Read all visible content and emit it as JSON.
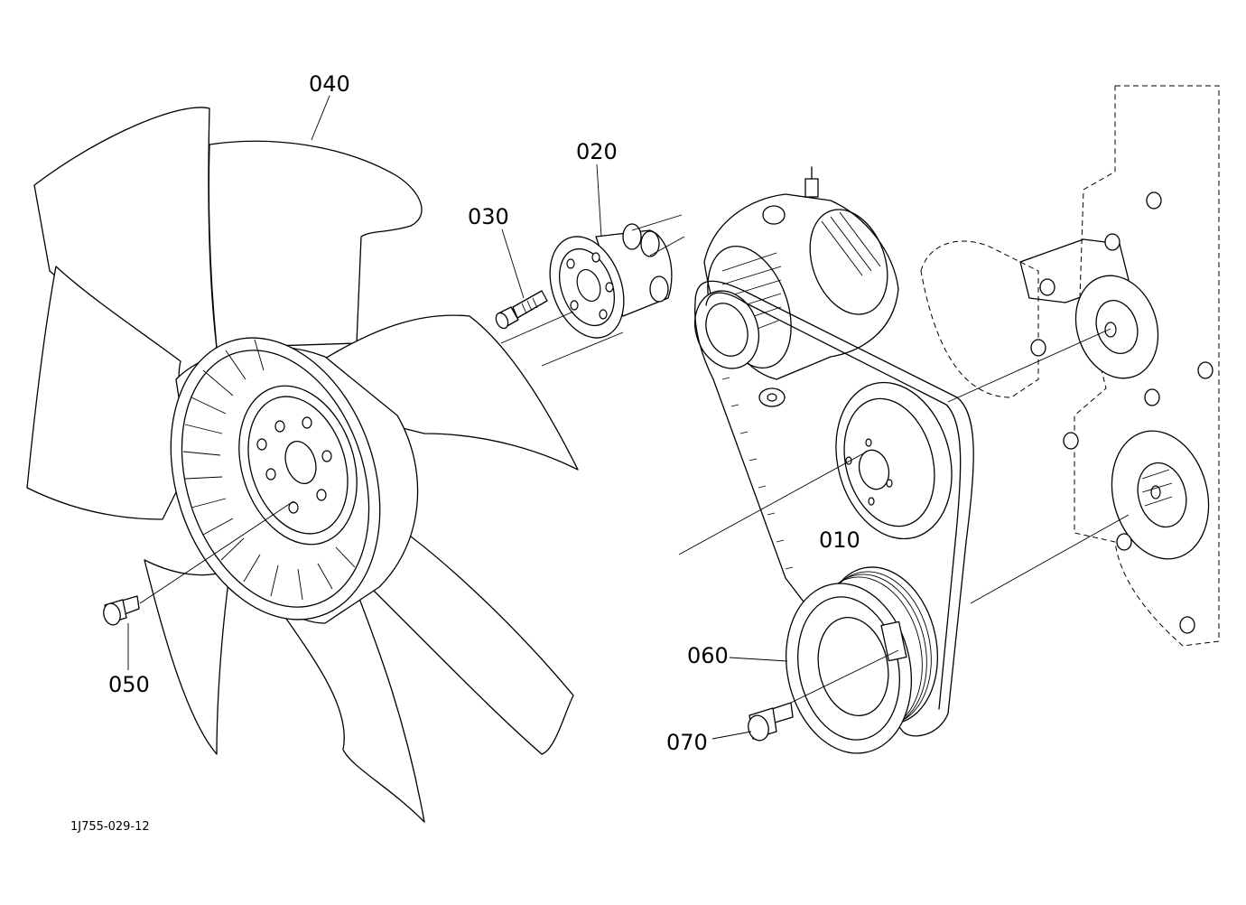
{
  "diagram": {
    "reference": "1J755-029-12",
    "callouts": [
      {
        "id": "040",
        "label": "040"
      },
      {
        "id": "020",
        "label": "020"
      },
      {
        "id": "030",
        "label": "030"
      },
      {
        "id": "010",
        "label": "010"
      },
      {
        "id": "050",
        "label": "050"
      },
      {
        "id": "060",
        "label": "060"
      },
      {
        "id": "070",
        "label": "070"
      }
    ],
    "line_color": "#000000",
    "background": "#ffffff"
  }
}
